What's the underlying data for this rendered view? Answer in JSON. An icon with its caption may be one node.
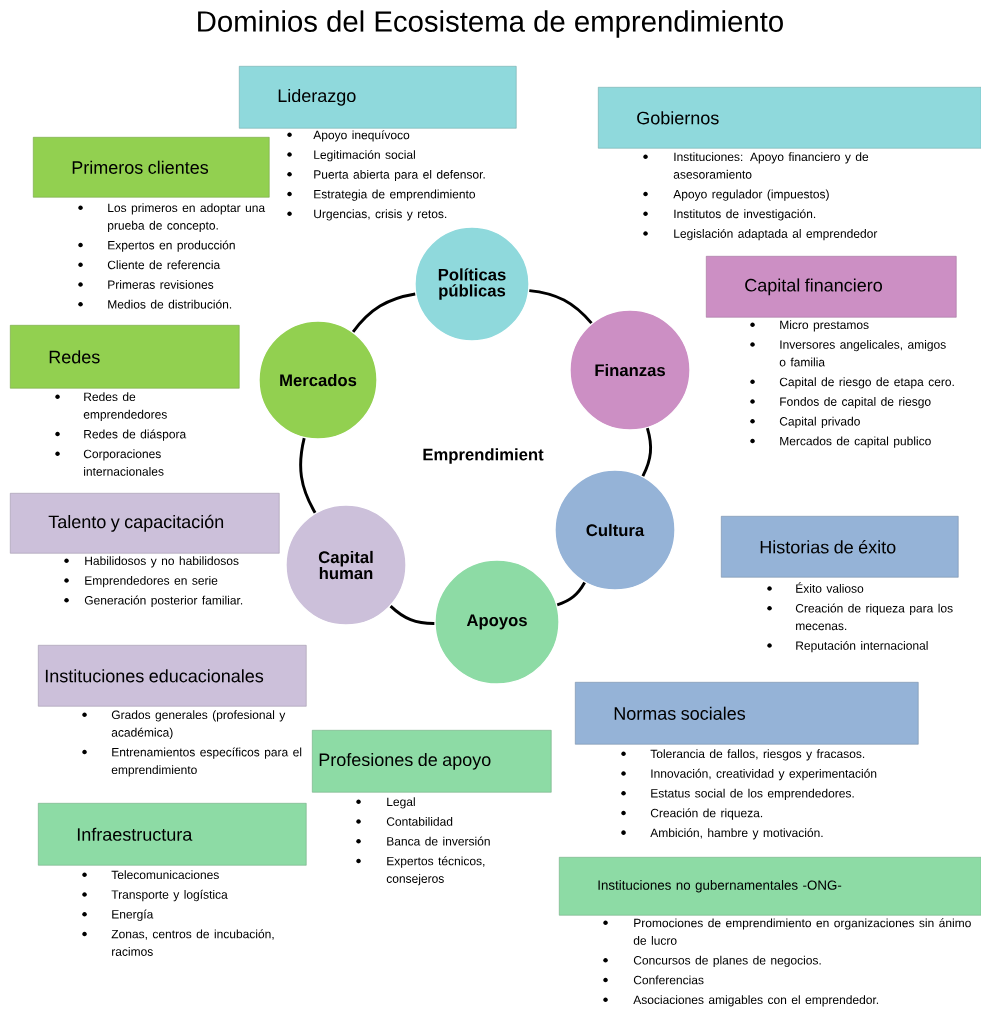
{
  "diagram": {
    "title": "Dominios del Ecosistema de emprendimiento",
    "nodes": [
      {
        "text": [
          "Liderazgo"
        ],
        "beside": [
          "Apoyo inequívoco",
          "Legitimación social",
          "Puerta abierta para el defensor.",
          "Estrategia de emprendimiento",
          "Urgencias, crisis y retos."
        ]
      },
      {
        "text": [
          "Gobiernos"
        ],
        "beside": [
          "Instituciones: Apoyo financiero y de asesoramiento",
          "Apoyo regulador (impuestos)",
          "Institutos de investigación.",
          "Legislación adaptada al emprendedor"
        ]
      },
      {
        "text": [
          "Primeros clientes"
        ],
        "beside": [
          "Los primeros en adoptar una prueba de concepto.",
          "Expertos en producción",
          "Cliente de referencia",
          "Primeras revisiones",
          "Medios de distribución."
        ]
      },
      {
        "text": [
          "Políticas públicas"
        ]
      },
      {
        "text": [
          "Capital financiero"
        ],
        "beside": [
          "Micro prestamos",
          "Inversores angelicales, amigos o familia",
          "Capital de riesgo de etapa cero.",
          "Fondos de capital de riesgo",
          "Capital privado",
          "Mercados de capital publico"
        ]
      },
      {
        "text": [
          "Redes"
        ],
        "beside": [
          "Redes de emprendedores",
          "Redes de diáspora",
          "Corporaciones internacionales"
        ]
      },
      {
        "text": [
          "Mercados"
        ]
      },
      {
        "text": [
          "Finanzas"
        ]
      },
      {
        "text": [
          "Talento y capacitación"
        ],
        "beside": [
          "Habilidosos y no habilidosos",
          "Emprendedores en serie",
          "Generación posterior familiar."
        ]
      },
      {
        "text": [
          "Capital human"
        ]
      },
      {
        "text": [
          "Cultura"
        ]
      },
      {
        "text": [
          "Historias de éxito"
        ],
        "beside": [
          "Éxito valioso",
          "Creación de riqueza para los mecenas.",
          "Reputación internacional"
        ]
      },
      {
        "text": [
          "Apoyos"
        ]
      },
      {
        "text": [
          "Instituciones educacionales"
        ],
        "beside": [
          "Grados generales (profesional y académica)",
          "Entrenamientos específicos para el emprendimiento"
        ]
      },
      {
        "text": [
          "Normas sociales"
        ],
        "beside": [
          "Tolerancia de fallos, riesgos y fracasos.",
          "Innovación, creatividad y experimentación",
          "Estatus social de los emprendedores.",
          "Creación de riqueza.",
          "Ambición, hambre y motivación."
        ]
      },
      {
        "text": [
          "Profesiones de apoyo"
        ],
        "beside": [
          "Legal",
          "Contabilidad",
          "Banca de inversión",
          "Expertos técnicos, consejeros"
        ]
      },
      {
        "text": [
          "Infraestructura"
        ],
        "beside": [
          "Telecomunicaciones",
          "Transporte y logística",
          "Energía",
          "Zonas, centros de incubación, racimos"
        ]
      },
      {
        "text": [
          "Instituciones no gubernamentales -ONG-"
        ],
        "beside": [
          "Promociones de emprendimiento en organizaciones sin ánimo de lucro",
          "Concursos de planes de negocios.",
          "Conferencias",
          "Asociaciones amigables con el emprendedor."
        ]
      }
    ],
    "edges": [
      {
        "from": 3,
        "to": 7,
        "arrow": "none"
      },
      {
        "from": 7,
        "to": 10,
        "arrow": "none"
      },
      {
        "from": 10,
        "to": 12,
        "arrow": "none"
      },
      {
        "from": 12,
        "to": 9,
        "arrow": "none"
      },
      {
        "from": 9,
        "to": 6,
        "arrow": "none"
      },
      {
        "from": 6,
        "to": 3,
        "arrow": "none"
      }
    ],
    "labels": [
      "Emprendimient"
    ]
  }
}
